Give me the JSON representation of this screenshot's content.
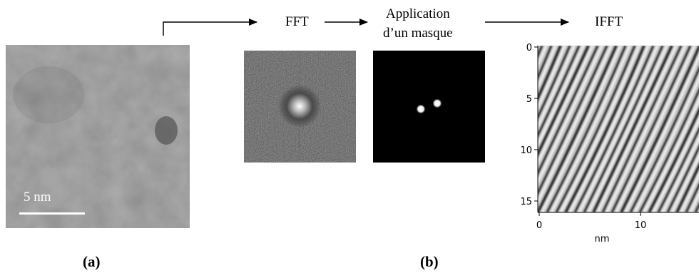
{
  "labels": {
    "fft": "FFT",
    "mask_line1": "Application",
    "mask_line2": "d’un masque",
    "ifft": "IFFT",
    "panel_a": "(a)",
    "panel_b": "(b)",
    "scale_bar": "5 nm"
  },
  "ifft_axes": {
    "xlabel": "nm",
    "x_ticks": [
      "0",
      "10"
    ],
    "y_ticks": [
      "0",
      "5",
      "10",
      "15"
    ]
  },
  "icons": [
    "arrow-right-icon"
  ],
  "colors": {
    "arrow": "#000000",
    "stem_gray": "#8a8a8a",
    "background": "#ffffff"
  }
}
